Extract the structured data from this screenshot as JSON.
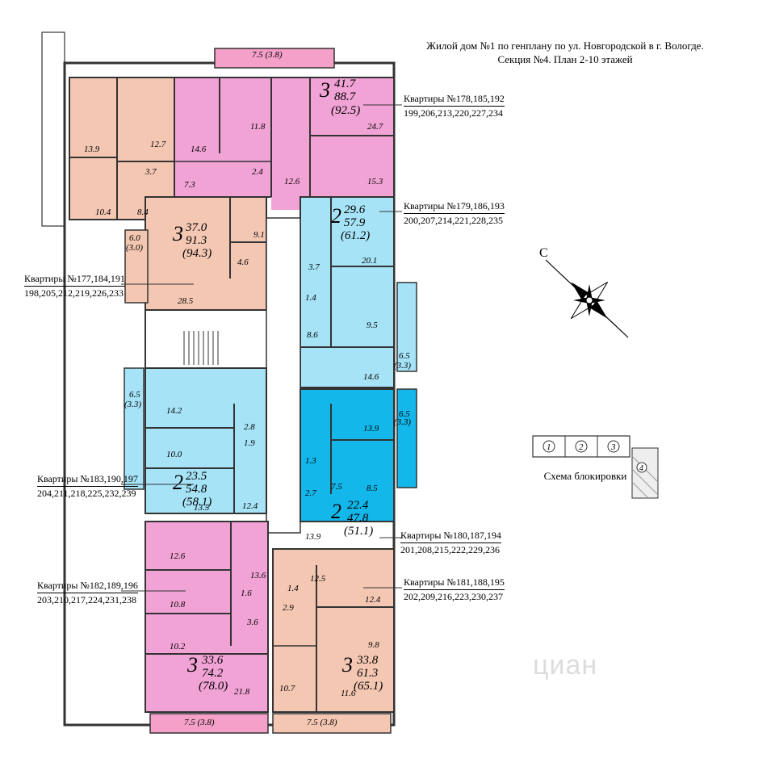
{
  "title": {
    "line1": "Жилой дом №1 по генплану по ул. Новгородской в г. Вологде.",
    "line2": "Секция №4. План 2-10 этажей"
  },
  "colors": {
    "salmon": "#f4c7b3",
    "pink": "#f2a3d6",
    "light_blue": "#a6e3f7",
    "blue": "#13b7ea",
    "balcony_pink": "#f4a0c8",
    "wall": "#333333"
  },
  "apartment_labels": [
    {
      "id": "apt-178",
      "line1": "Квартиры №178,185,192",
      "line2": "199,206,213,220,227,234"
    },
    {
      "id": "apt-179",
      "line1": "Квартиры №179,186,193",
      "line2": "200,207,214,221,228,235"
    },
    {
      "id": "apt-177",
      "line1": "Квартиры №177,184,191",
      "line2": "198,205,212,219,226,233"
    },
    {
      "id": "apt-183",
      "line1": "Квартиры №183,190,197",
      "line2": "204,211,218,225,232,239"
    },
    {
      "id": "apt-180",
      "line1": "Квартиры №180,187,194",
      "line2": "201,208,215,222,229,236"
    },
    {
      "id": "apt-182",
      "line1": "Квартиры №182,189,196",
      "line2": "203,210,217,224,231,238"
    },
    {
      "id": "apt-181",
      "line1": "Квартиры №181,188,195",
      "line2": "202,209,216,223,230,237"
    }
  ],
  "apartment_summaries": [
    {
      "id": "sum-178",
      "rooms": "3",
      "living": "41.7",
      "total": "88.7",
      "with_balcony": "(92.5)"
    },
    {
      "id": "sum-177",
      "rooms": "3",
      "living": "37.0",
      "total": "91.3",
      "with_balcony": "(94.3)"
    },
    {
      "id": "sum-179",
      "rooms": "2",
      "living": "29.6",
      "total": "57.9",
      "with_balcony": "(61.2)"
    },
    {
      "id": "sum-183",
      "rooms": "2",
      "living": "23.5",
      "total": "54.8",
      "with_balcony": "(58.1)"
    },
    {
      "id": "sum-180",
      "rooms": "2",
      "living": "22.4",
      "total": "47.8",
      "with_balcony": "(51.1)"
    },
    {
      "id": "sum-182",
      "rooms": "3",
      "living": "33.6",
      "total": "74.2",
      "with_balcony": "(78.0)"
    },
    {
      "id": "sum-181",
      "rooms": "3",
      "living": "33.8",
      "total": "61.3",
      "with_balcony": "(65.1)"
    }
  ],
  "room_areas": [
    "7.5 (3.8)",
    "11.8",
    "24.7",
    "14.6",
    "2.4",
    "7.3",
    "12.6",
    "15.3",
    "13.9",
    "12.7",
    "3.7",
    "10.4",
    "8.4",
    "9.1",
    "4.6",
    "28.5",
    "6.0",
    "(3.0)",
    "20.1",
    "3.7",
    "1.4",
    "9.5",
    "8.6",
    "6.5",
    "(3.3)",
    "14.6",
    "6.5",
    "(3.3)",
    "14.2",
    "2.8",
    "1.9",
    "10.0",
    "13.5",
    "12.4",
    "6.5",
    "(3.3)",
    "13.9",
    "1.3",
    "2.7",
    "7.5",
    "8.5",
    "13.9",
    "12.6",
    "13.6",
    "1.6",
    "10.8",
    "3.6",
    "10.2",
    "21.8",
    "7.5 (3.8)",
    "1.4",
    "12.5",
    "12.4",
    "2.9",
    "9.8",
    "10.7",
    "11.6",
    "7.5 (3.8)"
  ],
  "scheme": {
    "caption": "Схема блокировки",
    "sections": [
      "1",
      "2",
      "3",
      "4"
    ]
  },
  "compass": {
    "north_letter": "С"
  },
  "watermark": "циан"
}
